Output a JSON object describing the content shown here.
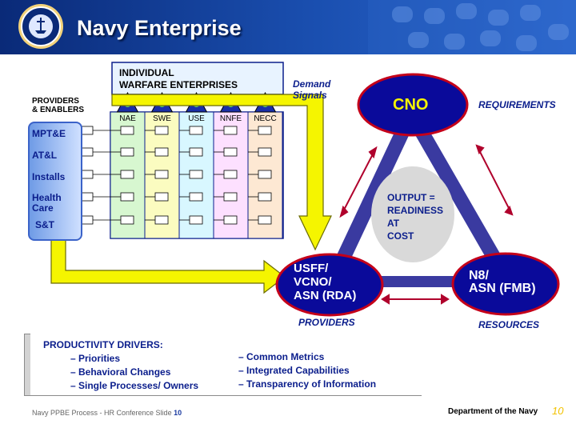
{
  "title": "Navy Enterprise",
  "individual_label": [
    "INDIVIDUAL",
    "WARFARE ENTERPRISES"
  ],
  "providers_enablers": [
    "PROVIDERS",
    "& ENABLERS"
  ],
  "demand_signals": [
    "Demand",
    "Signals"
  ],
  "enterprises": [
    "NAE",
    "SWE",
    "USE",
    "NNFE",
    "NECC"
  ],
  "enterprise_colors": [
    "#d7f7d0",
    "#fbfcc0",
    "#d8f7ff",
    "#fde0ff",
    "#fde8d3"
  ],
  "enablers": [
    "MPT&E",
    "AT&L",
    "Installs",
    "Health",
    "Care",
    "S&T"
  ],
  "nodes": {
    "cno": "CNO",
    "usff": [
      "USFF/",
      "VCNO/",
      "ASN (RDA)"
    ],
    "n8": [
      "N8/",
      "ASN (FMB)"
    ]
  },
  "labels": {
    "requirements": "REQUIREMENTS",
    "providers": "PROVIDERS",
    "resources": "RESOURCES"
  },
  "output": [
    "OUTPUT =",
    "READINESS",
    "AT",
    "COST"
  ],
  "productivity": {
    "heading": "PRODUCTIVITY DRIVERS:",
    "left": [
      "– Priorities",
      "– Behavioral Changes",
      "– Single Processes/ Owners"
    ],
    "right": [
      "–  Common Metrics",
      "–  Integrated Capabilities",
      "–  Transparency of Information"
    ]
  },
  "footer": {
    "left_text": "Navy PPBE Process -  HR Conference    Slide ",
    "slide_no": "10",
    "right_text": "Department of the Navy",
    "page_no": "10"
  },
  "colors": {
    "navy_text": "#0b1e8c",
    "node_fill": "#0a0a9a",
    "node_border": "#c4001a",
    "arrow_yellow": "#f5f500",
    "triangle": "#3a3aa0"
  }
}
